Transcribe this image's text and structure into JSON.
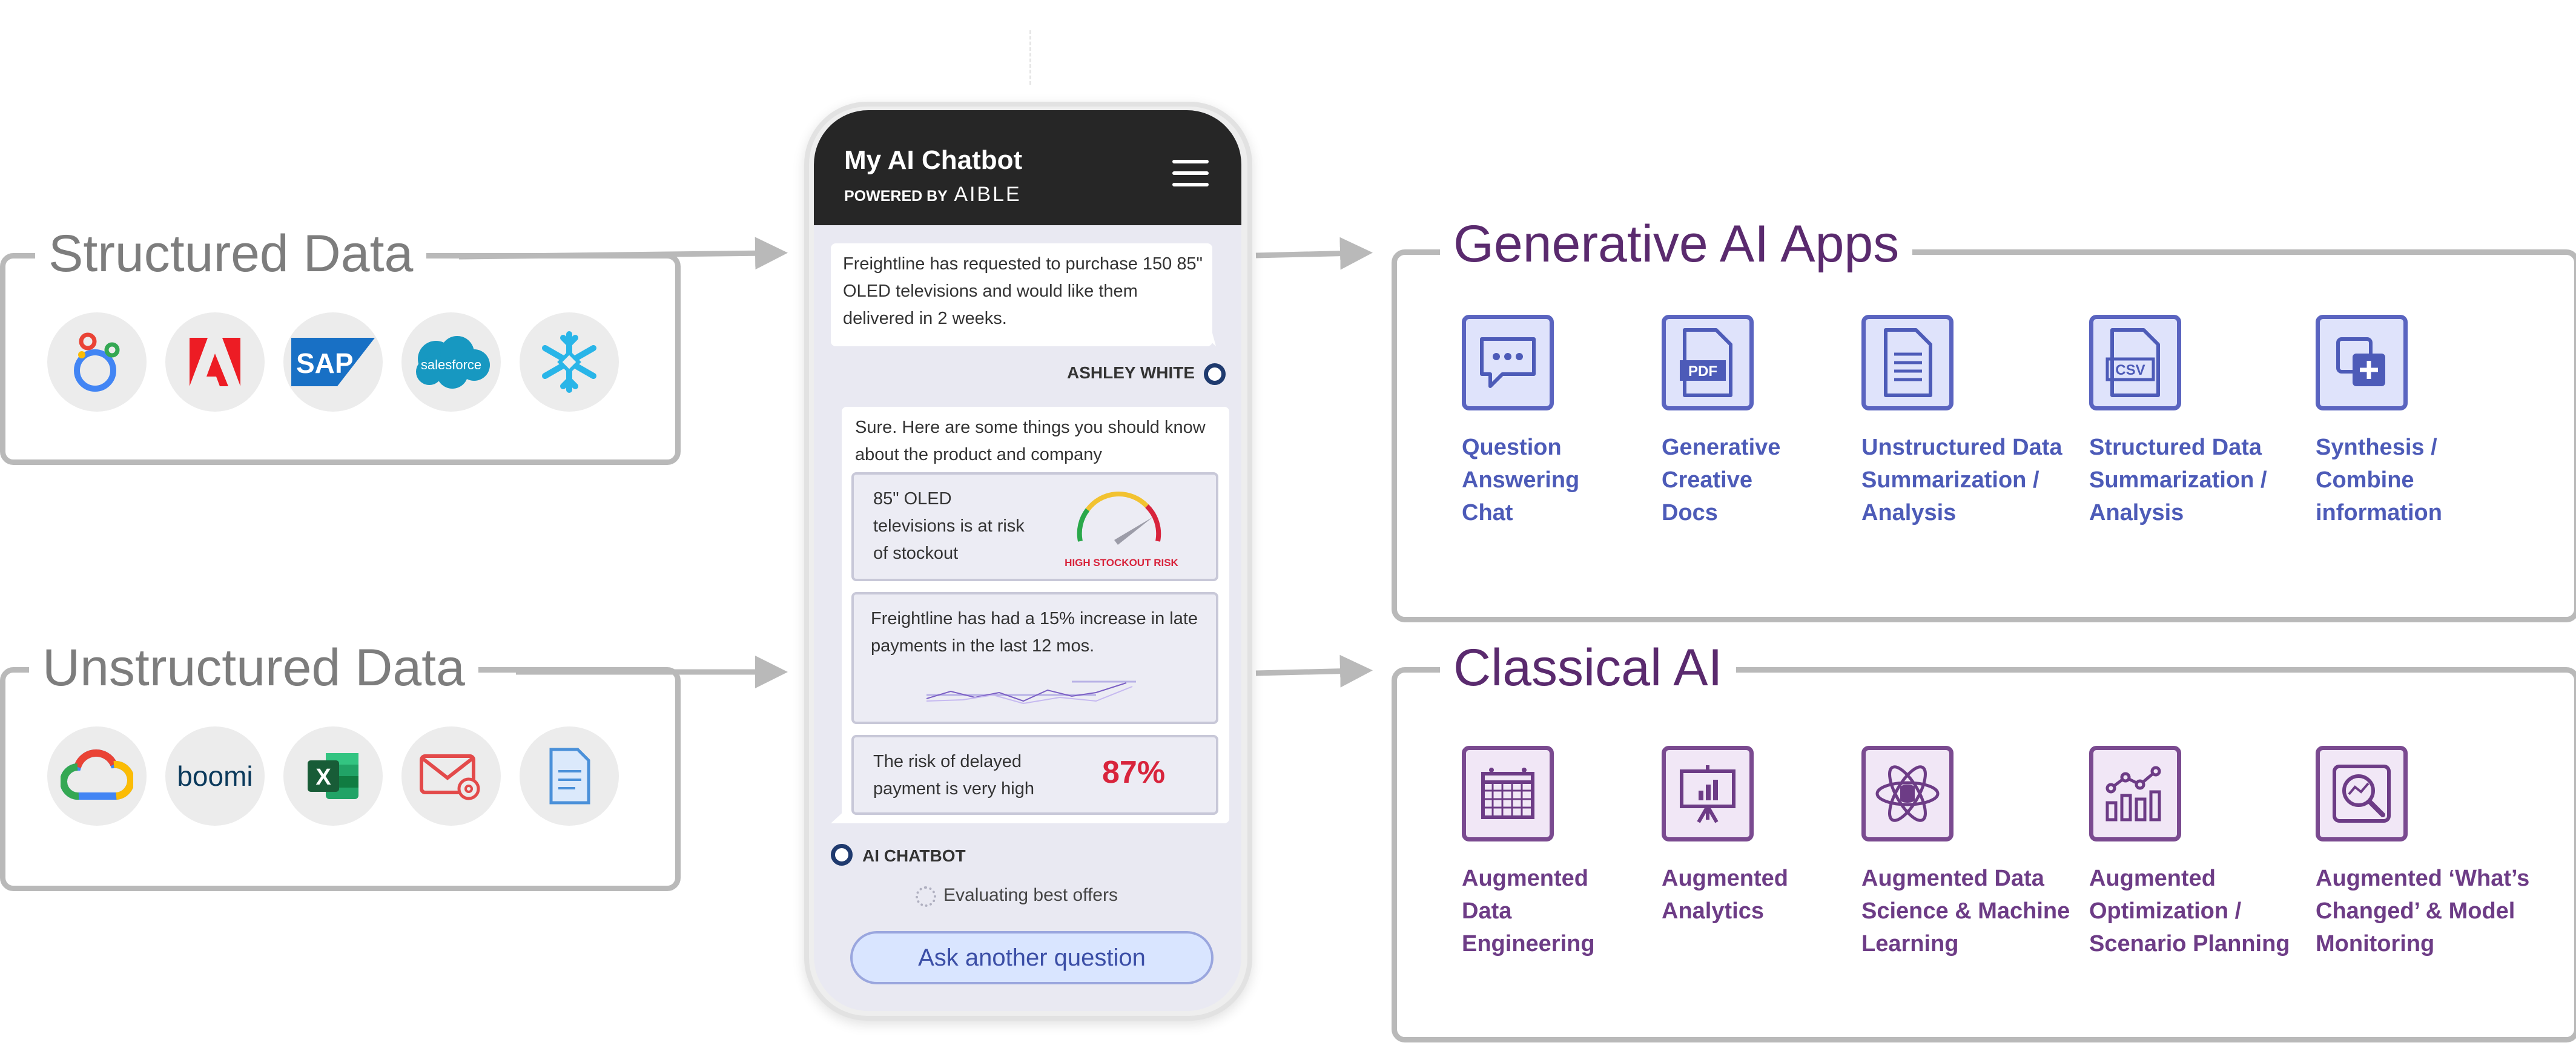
{
  "structured": {
    "title": "Structured Data",
    "logos": [
      "looker-logo-icon",
      "adobe-logo-icon",
      "sap-logo-icon",
      "salesforce-logo-icon",
      "snowflake-logo-icon"
    ],
    "salesforce_text": "salesforce",
    "sap_text": "SAP"
  },
  "unstructured": {
    "title": "Unstructured Data",
    "logos": [
      "google-cloud-logo-icon",
      "boomi-logo-icon",
      "excel-logo-icon",
      "email-icon",
      "document-icon"
    ],
    "boomi_text": "boomi"
  },
  "phone": {
    "title": "My AI Chatbot",
    "powered_by": "POWERED BY",
    "brand": "AIBLE",
    "user_message": "Freightline has requested to purchase 150 85\" OLED televisions and would like them delivered in 2 weeks.",
    "user_name": "ASHLEY WHITE",
    "bot_intro": "Sure. Here are some things you should know about the product and company",
    "card1_text": "85\" OLED televisions is at risk of stockout",
    "gauge_label": "HIGH STOCKOUT RISK",
    "card2_text": "Freightline has had a 15% increase in late payments in the last 12 mos.",
    "card3_text": "The risk of delayed payment is very high",
    "risk_value": "87%",
    "bot_name": "AI CHATBOT",
    "status": "Evaluating best offers",
    "ask_button": "Ask another question"
  },
  "generative": {
    "title": "Generative AI Apps",
    "apps": [
      {
        "label": "Question\nAnswering\nChat",
        "icon": "chat-bubble-icon"
      },
      {
        "label": "Generative\nCreative\nDocs",
        "icon": "pdf-file-icon",
        "icon_text": "PDF"
      },
      {
        "label": "Unstructured Data\nSummarization /\nAnalysis",
        "icon": "text-document-icon"
      },
      {
        "label": "Structured Data\nSummarization /\nAnalysis",
        "icon": "csv-file-icon",
        "icon_text": "CSV"
      },
      {
        "label": "Synthesis /\nCombine\ninformation",
        "icon": "combine-copy-icon"
      }
    ]
  },
  "classical": {
    "title": "Classical AI",
    "apps": [
      {
        "label": "Augmented\nData\nEngineering",
        "icon": "data-grid-icon"
      },
      {
        "label": "Augmented\nAnalytics",
        "icon": "presentation-chart-icon"
      },
      {
        "label": "Augmented Data\nScience & Machine\nLearning",
        "icon": "atom-database-icon"
      },
      {
        "label": "Augmented\nOptimization /\nScenario Planning",
        "icon": "line-bar-chart-icon"
      },
      {
        "label": "Augmented ‘What’s\nChanged’ & Model\nMonitoring",
        "icon": "magnify-chart-icon"
      }
    ]
  },
  "colors": {
    "gray_border": "#b9b9b9",
    "gray_title": "#7d7d7d",
    "purple_title": "#5a2a6e",
    "blue_accent": "#4d5bb8",
    "purple_accent": "#6d3c86",
    "risk_red": "#d8243c"
  }
}
